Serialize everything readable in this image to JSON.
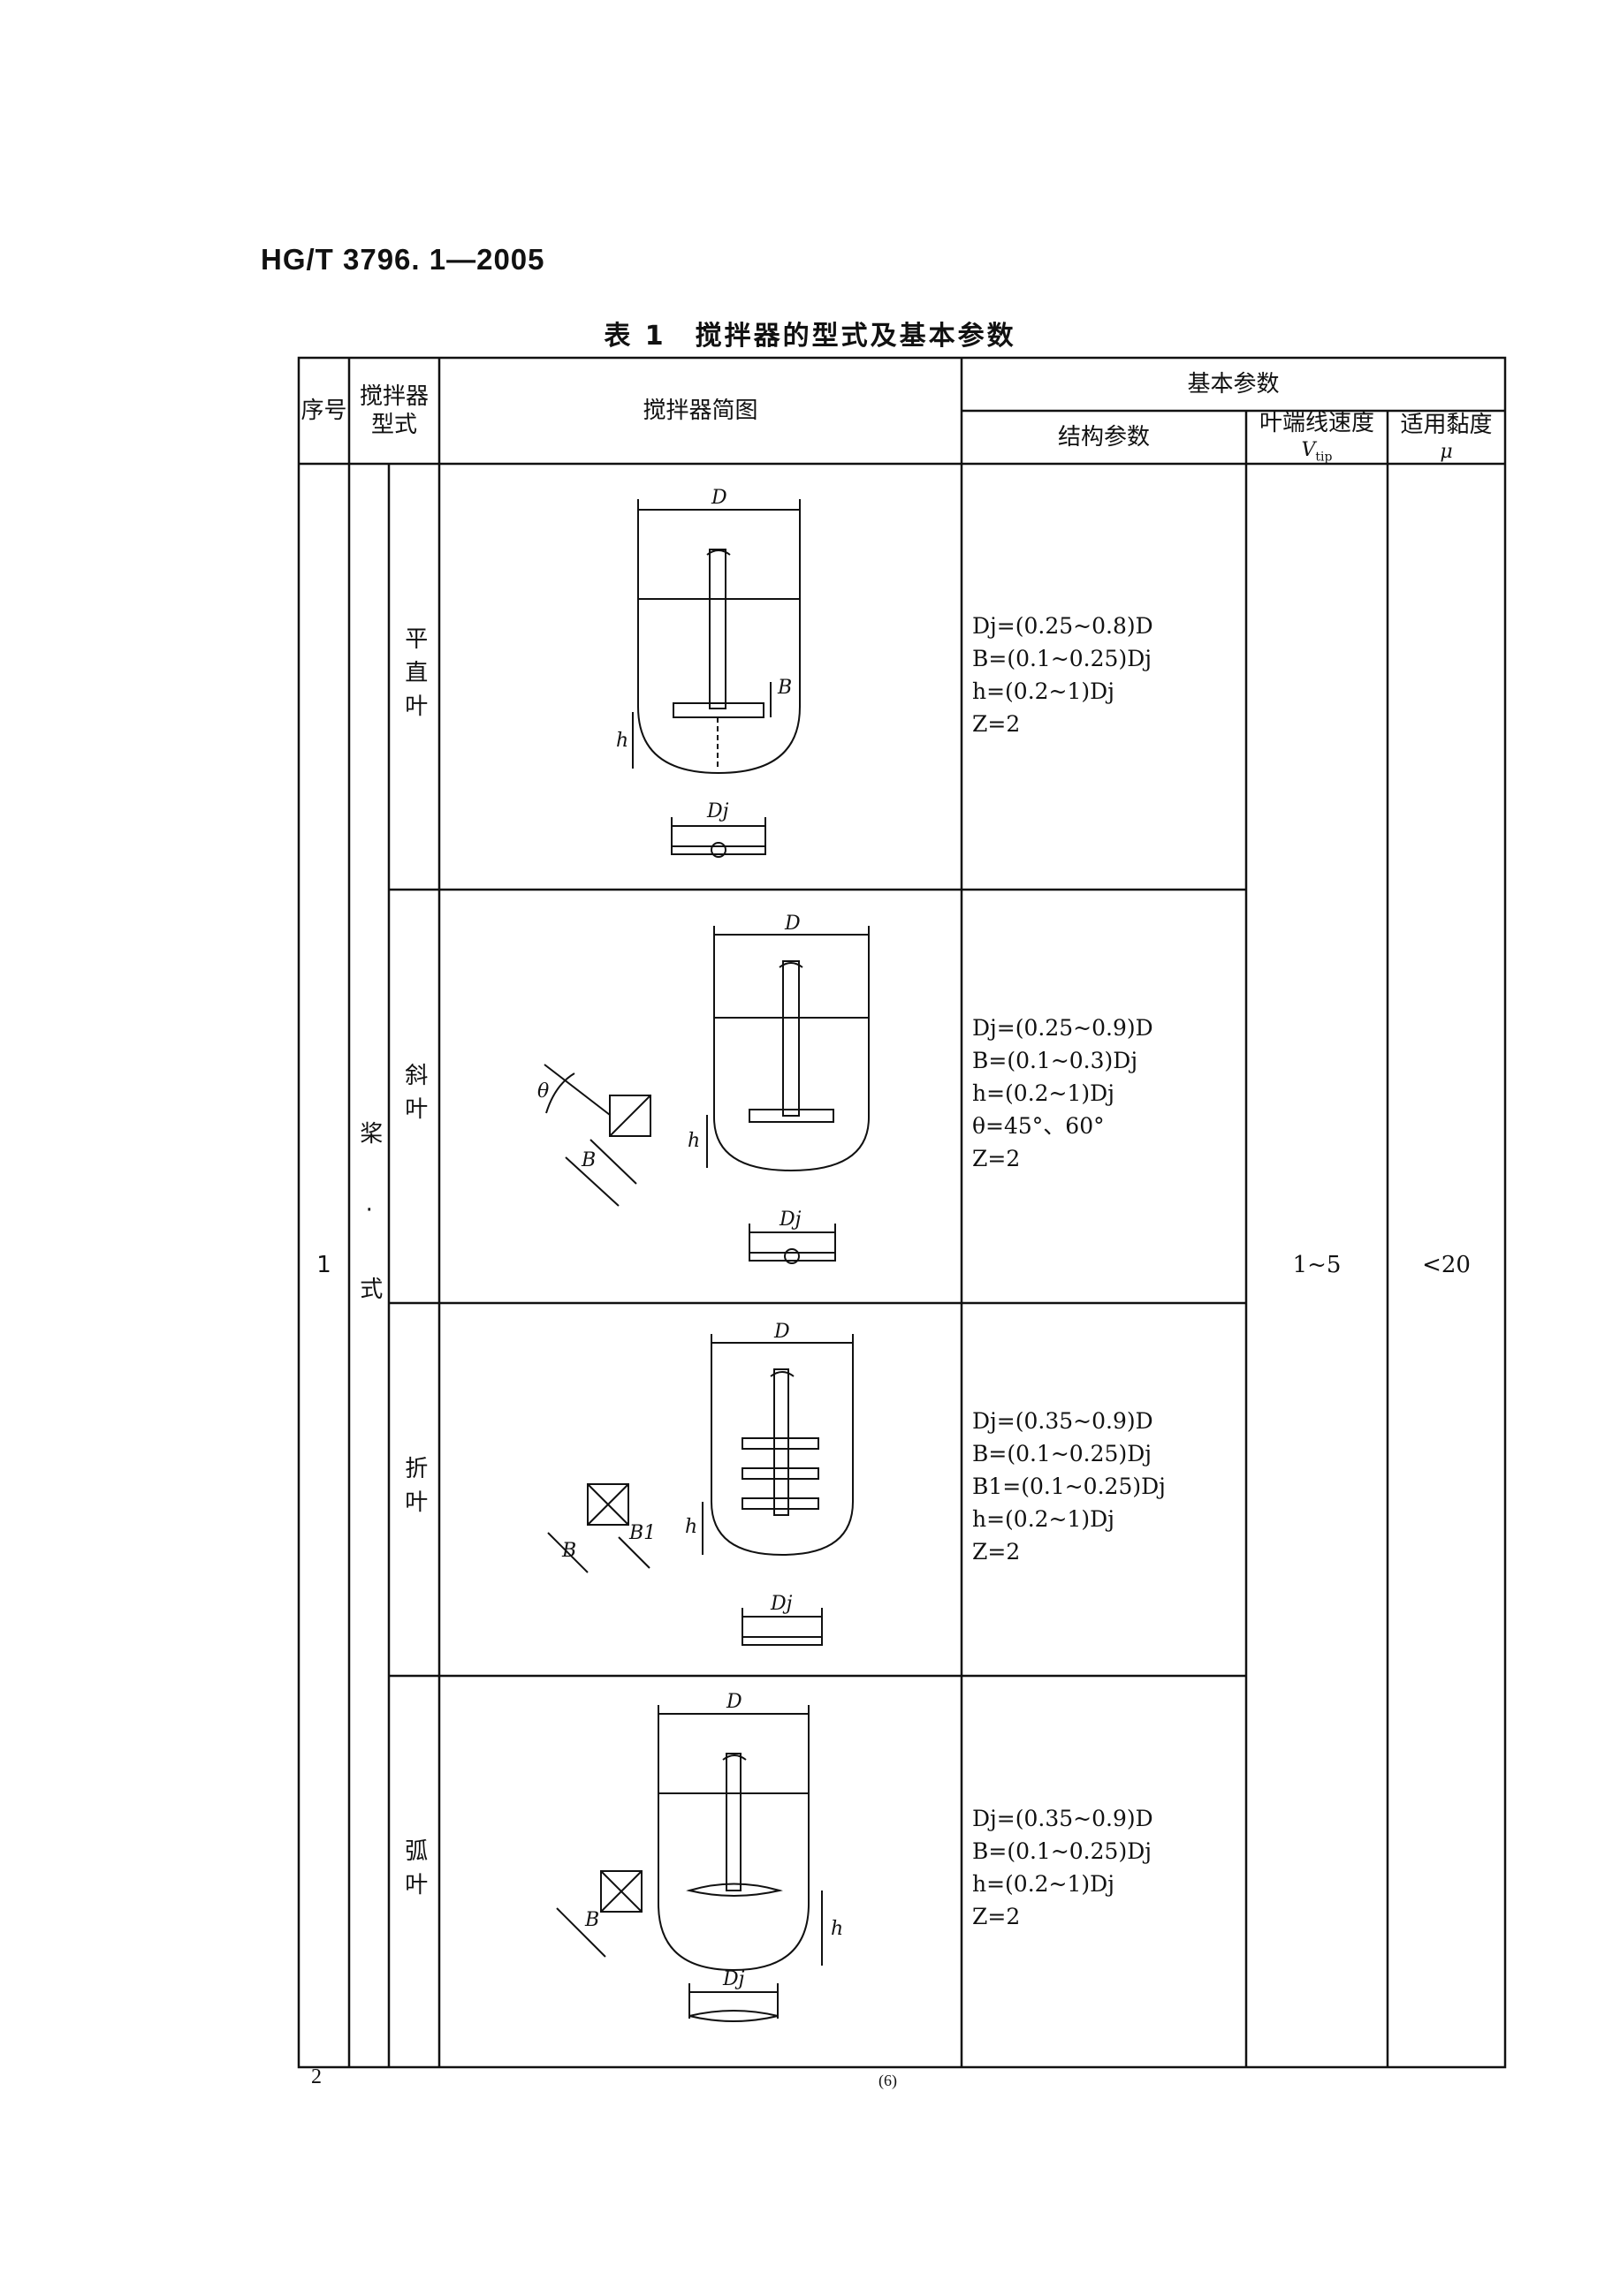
{
  "header": {
    "standard_number": "HG/T 3796. 1—2005"
  },
  "table": {
    "caption": "表 1　搅拌器的型式及基本参数",
    "headers": {
      "seq": "序号",
      "type_line1": "搅拌器",
      "type_line2": "型式",
      "sketch": "搅拌器简图",
      "basic_params": "基本参数",
      "struct_params": "结构参数",
      "tip_speed": "叶端线速度",
      "tip_speed_symbol": "V",
      "tip_speed_sub": "tip",
      "viscosity": "适用黏度",
      "viscosity_symbol": "μ"
    },
    "group": {
      "seq": "1",
      "type": "桨·式",
      "tip_speed_value": "1~5",
      "viscosity_value": "<20"
    },
    "rows": [
      {
        "subtype": "平直叶",
        "params": [
          "Dj=(0.25~0.8)D",
          "B=(0.1~0.25)Dj",
          "h=(0.2~1)Dj",
          "Z=2"
        ]
      },
      {
        "subtype": "斜叶",
        "params": [
          "Dj=(0.25~0.9)D",
          "B=(0.1~0.3)Dj",
          "h=(0.2~1)Dj",
          "θ=45°、60°",
          "Z=2"
        ]
      },
      {
        "subtype": "折叶",
        "params": [
          "Dj=(0.35~0.9)D",
          "B=(0.1~0.25)Dj",
          "B1=(0.1~0.25)Dj",
          "h=(0.2~1)Dj",
          "Z=2"
        ]
      },
      {
        "subtype": "弧叶",
        "params": [
          "Dj=(0.35~0.9)D",
          "B=(0.1~0.25)Dj",
          "h=(0.2~1)Dj",
          "Z=2"
        ]
      }
    ]
  },
  "diagram_labels": {
    "D": "D",
    "Dj": "Dj",
    "B": "B",
    "B1": "B1",
    "h": "h",
    "theta": "θ"
  },
  "footer": {
    "page": "2",
    "page_paren": "(6)"
  }
}
